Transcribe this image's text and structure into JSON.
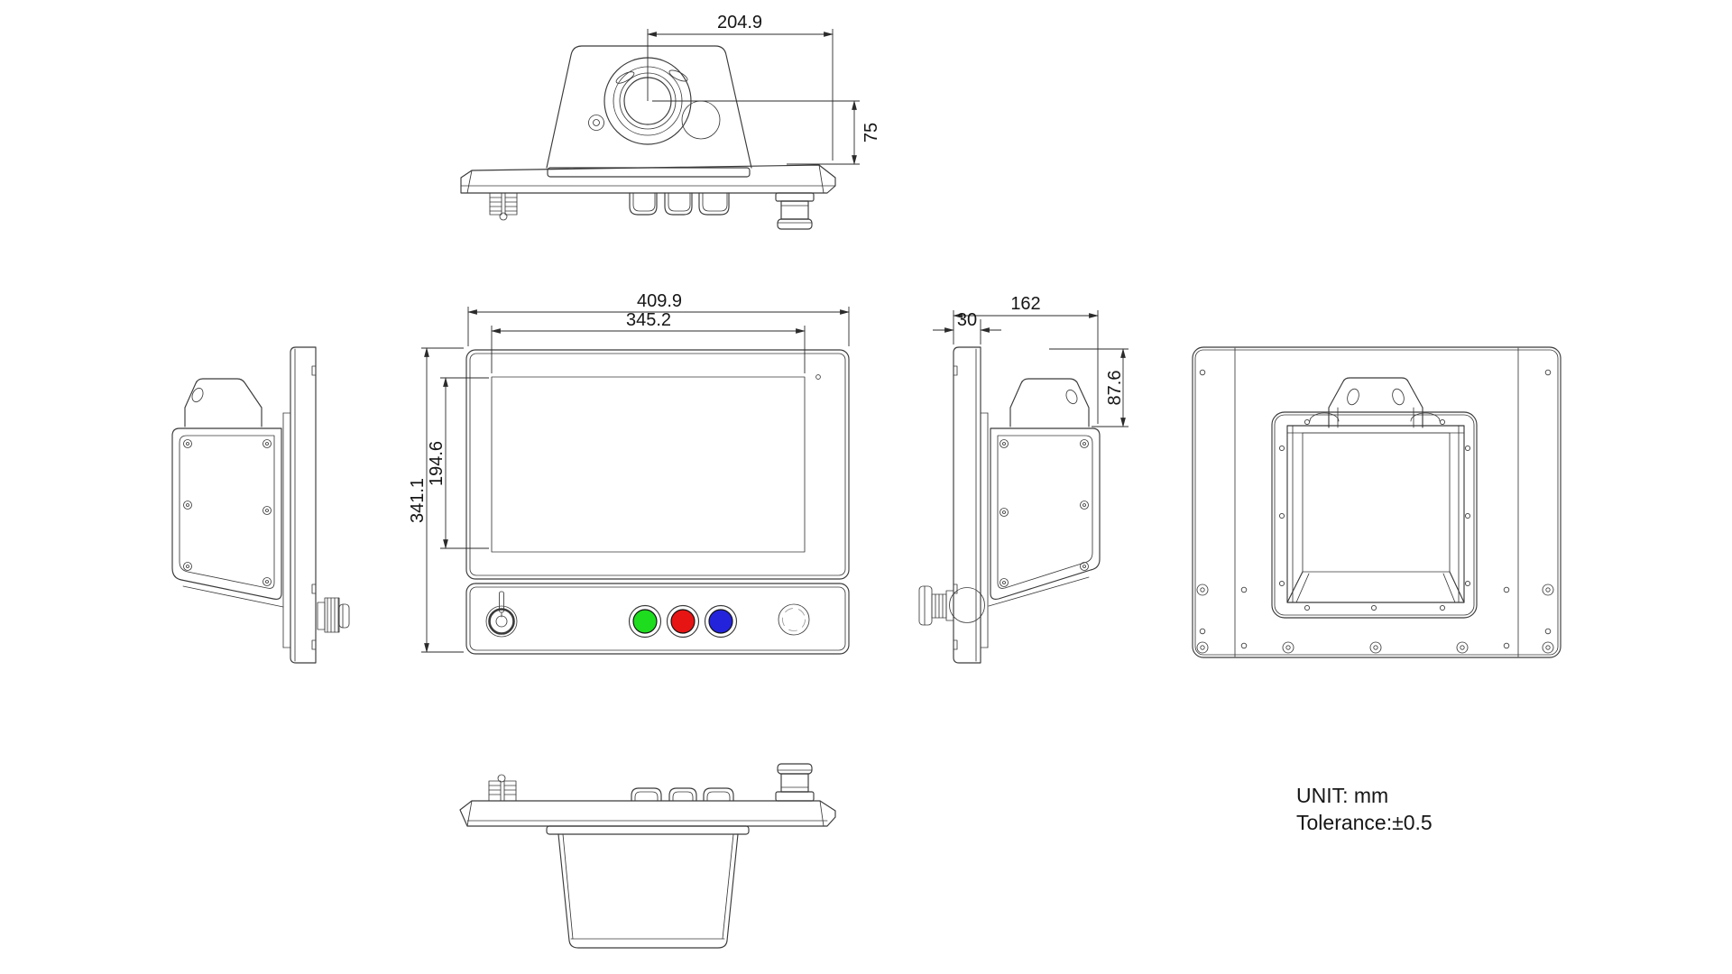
{
  "notes": {
    "unit": "UNIT: mm",
    "tolerance": "Tolerance:±0.5"
  },
  "dimensions": {
    "top_center_to_right_edge": "204.9",
    "top_mount_to_front": "75",
    "front_overall_width": "409.9",
    "front_display_width": "345.2",
    "front_overall_height": "341.1",
    "front_display_height": "194.6",
    "side_overall_depth": "162",
    "side_panel_thickness": "30",
    "side_mount_drop": "87.6"
  },
  "buttons": {
    "green": "#1edc1e",
    "red": "#e71414",
    "blue": "#2323dc"
  },
  "accent": {
    "line": "#3a3a3a"
  }
}
